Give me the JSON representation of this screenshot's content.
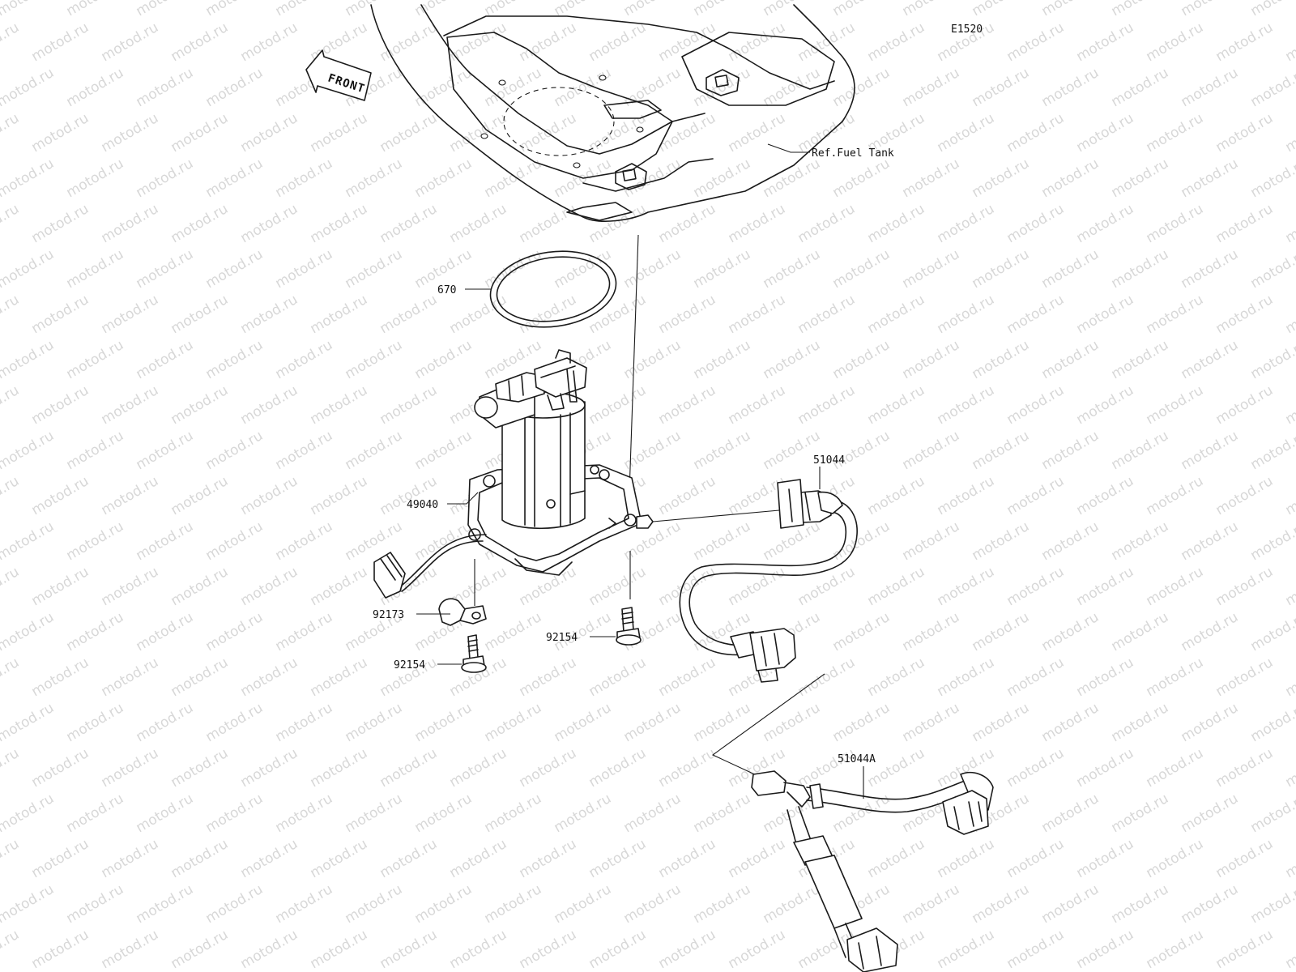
{
  "figure_code": "E1520",
  "front_label": "FRONT",
  "watermark_text": "motod.ru",
  "ref_label": "Ref.Fuel Tank",
  "parts": {
    "o_ring": "670",
    "fuel_pump": "49040",
    "hose_1": "51044",
    "hose_2": "51044A",
    "clamp": "92173",
    "bolt_left": "92154",
    "bolt_right": "92154"
  },
  "colors": {
    "line": "#1a1a1a",
    "watermark": "#b8b8b8",
    "background": "#ffffff"
  }
}
